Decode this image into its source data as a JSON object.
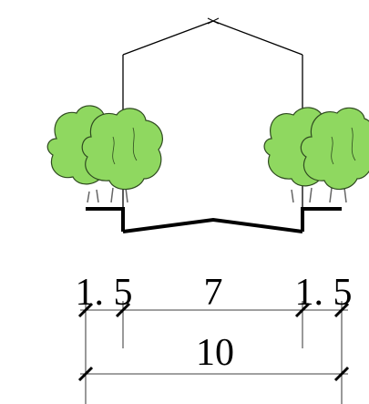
{
  "dimensions": {
    "left_sidewalk": "1. 5",
    "carriageway": "7",
    "right_sidewalk": "1. 5",
    "total": "10"
  },
  "colors": {
    "line": "#000000",
    "tree_crown_fill": "#8fd860",
    "tree_crown_stroke": "#2f4a20",
    "tree_trunk": "#666666",
    "background": "#ffffff"
  }
}
